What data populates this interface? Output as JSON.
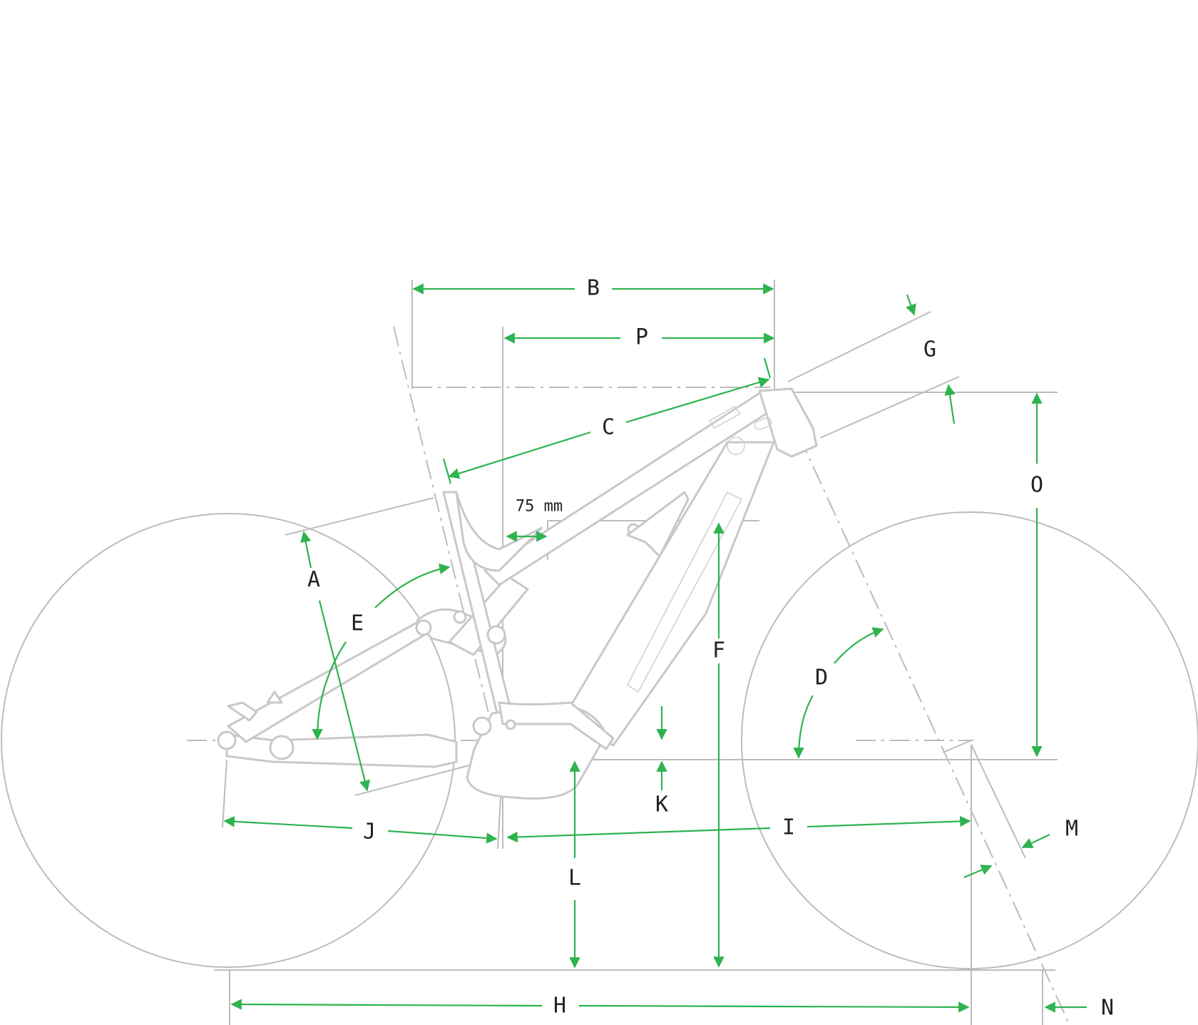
{
  "labels": {
    "A": "A",
    "B": "B",
    "C": "C",
    "D": "D",
    "E": "E",
    "F": "F",
    "G": "G",
    "H": "H",
    "I": "I",
    "J": "J",
    "K": "K",
    "L": "L",
    "M": "M",
    "N": "N",
    "O": "O",
    "P": "P",
    "offset": "75 mm"
  },
  "colors": {
    "dimension": "#2fb34f",
    "reference": "#bcbcbc",
    "frame": "#c8c8c8",
    "text": "#222222"
  }
}
